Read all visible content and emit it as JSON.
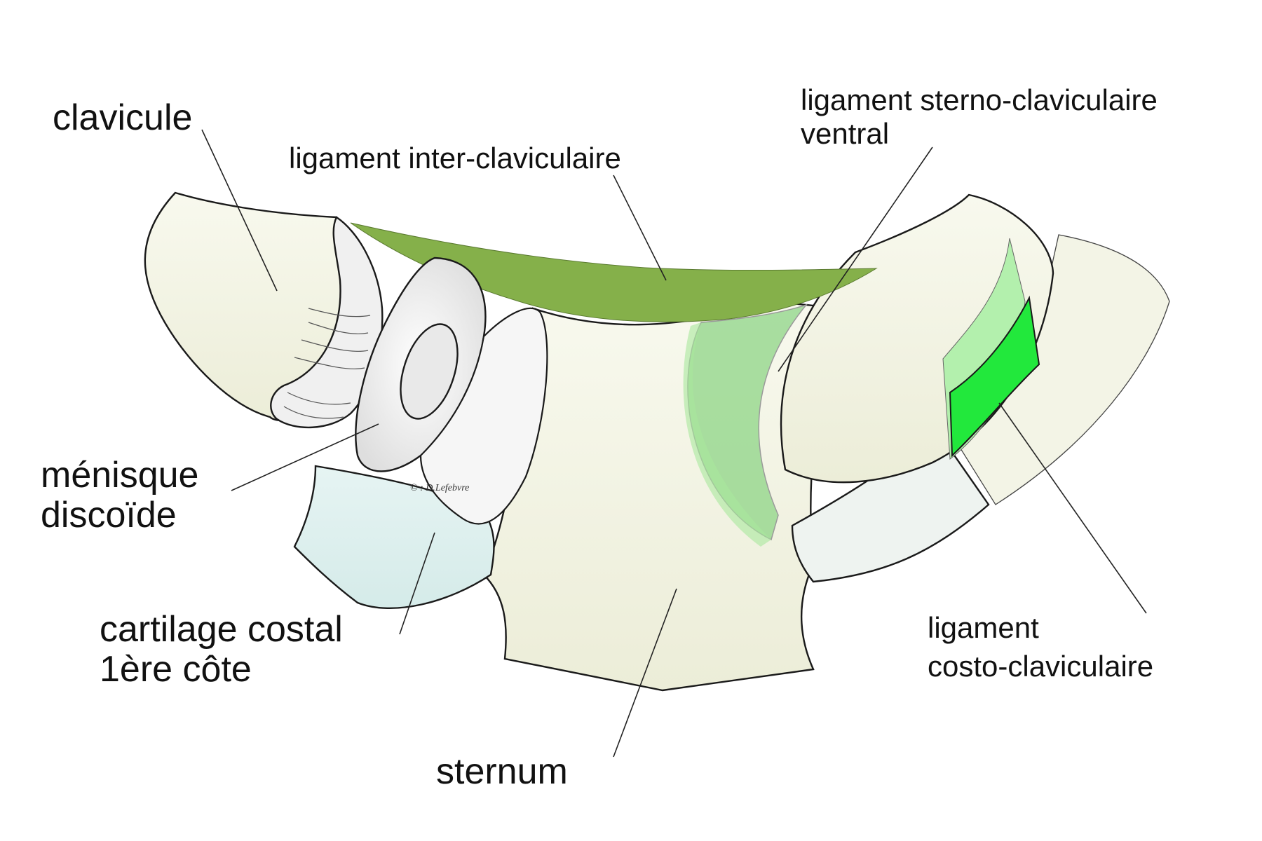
{
  "labels": {
    "clavicule": "clavicule",
    "ligament_inter": "ligament inter-claviculaire",
    "ligament_sterno_line1": "ligament sterno-claviculaire",
    "ligament_sterno_line2": "ventral",
    "menisque_line1": "ménisque",
    "menisque_line2": "discoïde",
    "cartilage_line1": "cartilage costal",
    "cartilage_line2": "1ère côte",
    "sternum": "sternum",
    "ligament_costo_line1": "ligament",
    "ligament_costo_line2": "costo-claviculaire"
  },
  "signature": "© : D.Lefebvre",
  "colors": {
    "bone": "#f4f5e6",
    "ligament_dark_green": "#85b04a",
    "ligament_light_green": "#8ed485",
    "ligament_bright_green": "#22e83c",
    "cartilage": "#dff0ee",
    "menisque": "#f2f2f2"
  }
}
